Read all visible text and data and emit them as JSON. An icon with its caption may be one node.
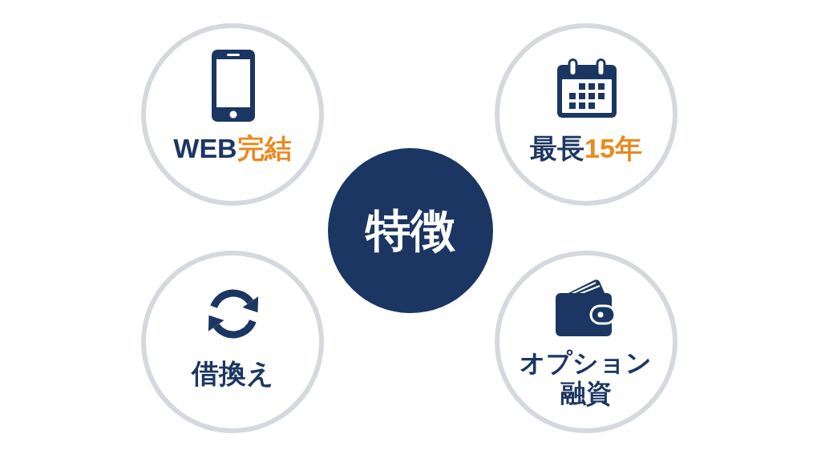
{
  "diagram": {
    "nodes": [
      {
        "text": [
          "WEB**完結**"
        ]
      },
      {
        "text": [
          "最長**15年**"
        ]
      },
      {
        "text": [
          "特徴"
        ]
      },
      {
        "text": [
          "借換え"
        ]
      },
      {
        "text": [
          "オプション融資"
        ]
      }
    ]
  }
}
